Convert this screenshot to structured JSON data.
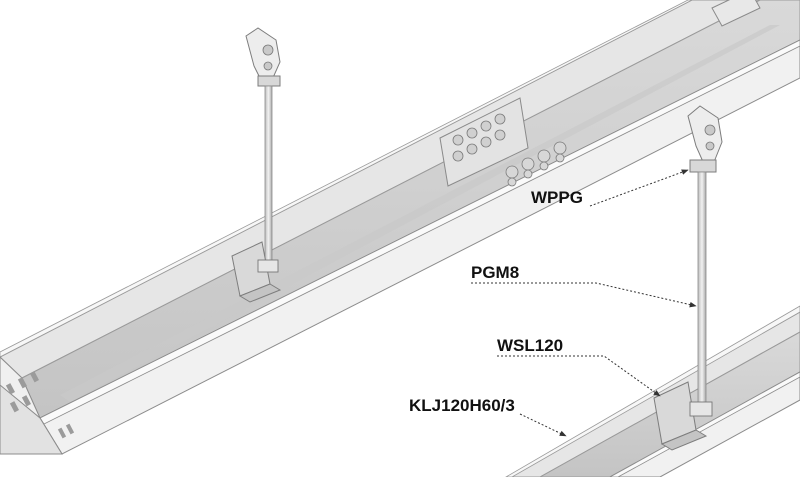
{
  "labels": {
    "wppg": "WPPG",
    "pgm8": "PGM8",
    "wsl": "WSL120",
    "klj": "KLJ120H60/3"
  },
  "colors": {
    "tray_light": "#ececec",
    "tray_mid": "#d6d6d6",
    "tray_dark": "#b5b5b5",
    "outline": "#8c8c8c",
    "leader": "#555555"
  }
}
